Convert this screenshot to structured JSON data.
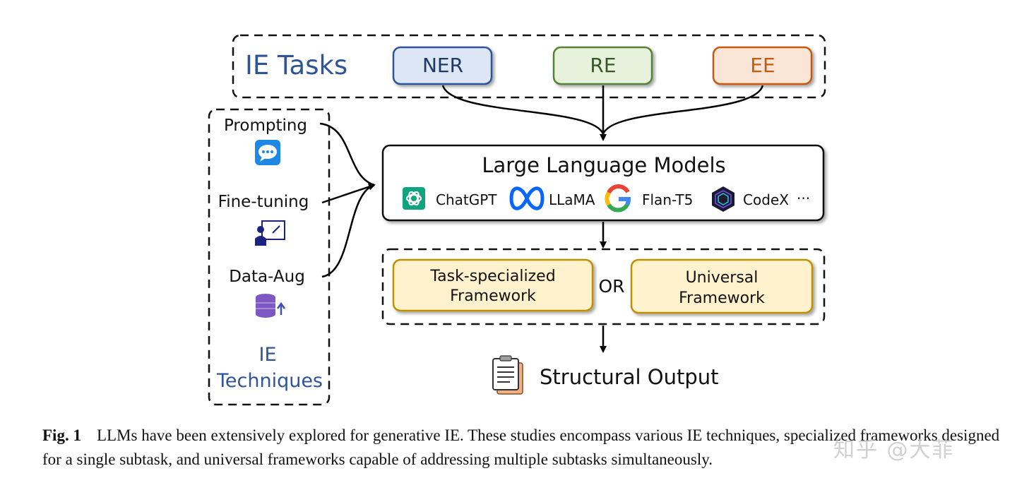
{
  "ie_tasks": {
    "title": "IE Tasks",
    "tasks": [
      {
        "label": "NER",
        "fill": "#dce6f4",
        "stroke": "#2f5597",
        "text_color": "#1f3864"
      },
      {
        "label": "RE",
        "fill": "#e6f2dc",
        "stroke": "#548235",
        "text_color": "#385723"
      },
      {
        "label": "EE",
        "fill": "#fbe5d6",
        "stroke": "#c55a11",
        "text_color": "#c55a11"
      }
    ]
  },
  "ie_techniques": {
    "title_line1": "IE",
    "title_line2": "Techniques",
    "title_color": "#2f5597",
    "items": [
      {
        "label": "Prompting",
        "icon": "chat-bubble-icon"
      },
      {
        "label": "Fine-tuning",
        "icon": "teacher-board-icon"
      },
      {
        "label": "Data-Aug",
        "icon": "database-up-icon"
      }
    ]
  },
  "llm": {
    "title": "Large Language Models",
    "models": [
      {
        "label": "ChatGPT",
        "icon": "openai-logo-icon"
      },
      {
        "label": "LLaMA",
        "icon": "meta-logo-icon"
      },
      {
        "label": "Flan-T5",
        "icon": "google-logo-icon"
      },
      {
        "label": "CodeX",
        "icon": "codex-logo-icon"
      }
    ],
    "ellipsis": "···"
  },
  "frameworks": {
    "left": {
      "line1": "Task-specialized",
      "line2": "Framework"
    },
    "connector": "OR",
    "right": {
      "line1": "Universal",
      "line2": "Framework"
    },
    "fill": "#fff2cc",
    "stroke": "#bf9000"
  },
  "output": {
    "label": "Structural Output",
    "icon": "document-clipboard-icon"
  },
  "caption": {
    "fig_label": "Fig. 1",
    "text": "LLMs have been extensively explored for generative IE. These studies encompass various IE techniques, specialized frameworks designed for a single subtask, and universal frameworks capable of addressing multiple subtasks simultaneously."
  },
  "watermark": "知乎 @大菲"
}
